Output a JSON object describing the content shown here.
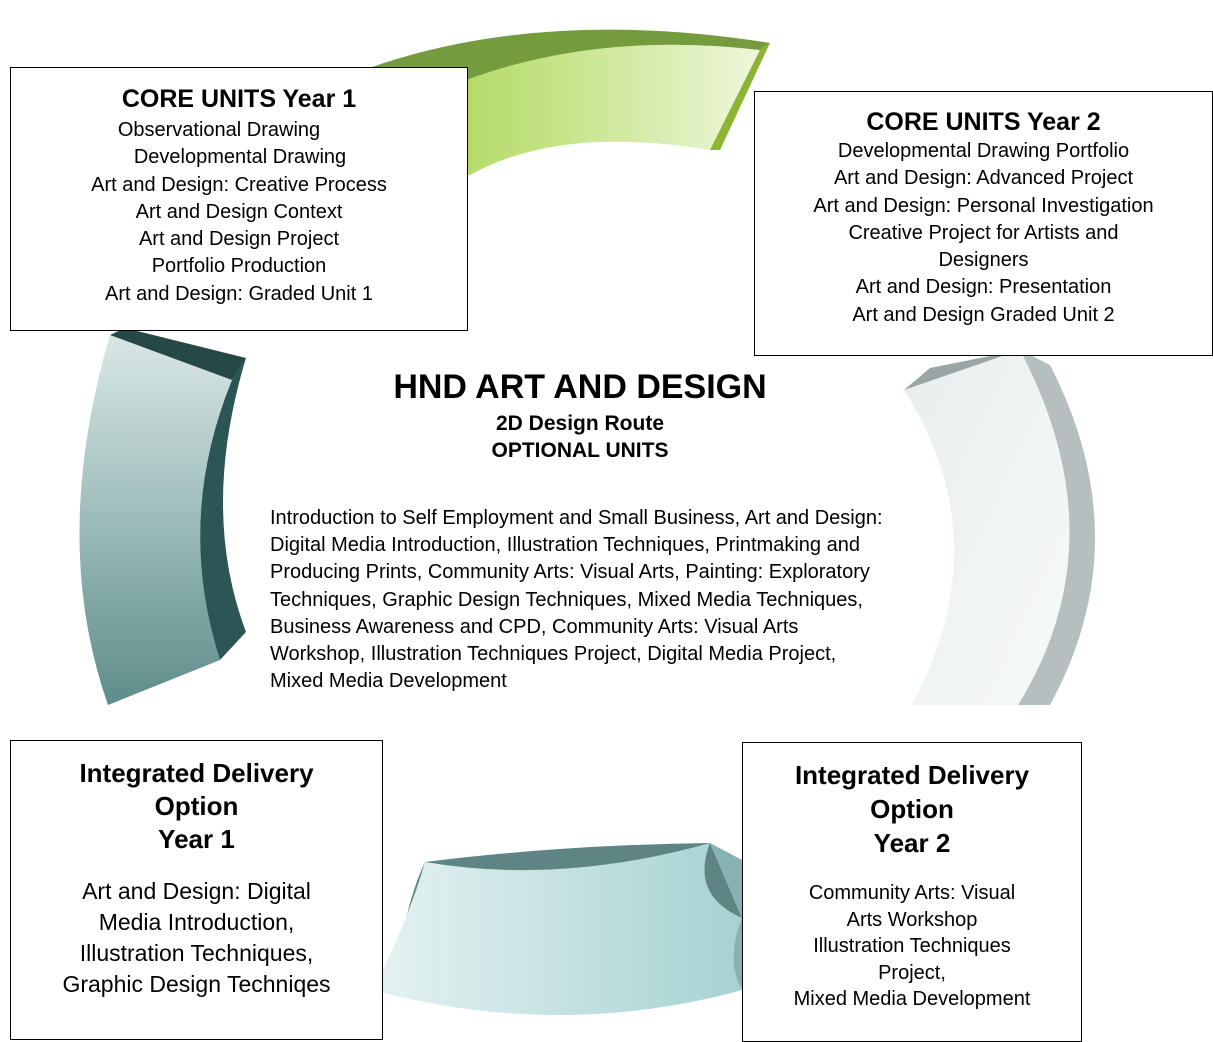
{
  "title": "HND ART AND DESIGN",
  "subtitle": "2D Design Route",
  "optional_heading": "OPTIONAL UNITS",
  "optional_units_text": "Introduction to Self Employment and Small Business, Art and Design: Digital Media Introduction, Illustration Techniques, Printmaking and Producing Prints, Community Arts: Visual Arts, Painting: Exploratory Techniques, Graphic Design Techniques, Mixed Media Techniques, Business Awareness and CPD, Community Arts: Visual Arts Workshop, Illustration Techniques Project, Digital Media Project, Mixed Media Development",
  "core_year1": {
    "title": "CORE UNITS Year 1",
    "units": [
      "Observational Drawing",
      "Developmental Drawing",
      "Art and Design: Creative Process",
      "Art and Design Context",
      "Art and Design Project",
      "Portfolio Production",
      "Art and Design: Graded Unit 1"
    ]
  },
  "core_year2": {
    "title": "CORE UNITS Year 2",
    "units": [
      "Developmental Drawing Portfolio",
      "Art and Design: Advanced Project",
      "Art and Design: Personal Investigation",
      "Creative Project for Artists and Designers",
      "Art and Design: Presentation",
      "Art and Design Graded Unit 2"
    ]
  },
  "integrated_year1": {
    "title_lines": [
      "Integrated Delivery",
      "Option",
      "Year 1"
    ],
    "units": [
      "Art and Design: Digital",
      "Media Introduction,",
      "Illustration Techniques,",
      "Graphic Design Techniqes"
    ]
  },
  "integrated_year2": {
    "title_lines": [
      "Integrated Delivery",
      "Option",
      "Year 2"
    ],
    "units": [
      "Community Arts: Visual",
      "Arts Workshop",
      "Illustration Techniques",
      "Project,",
      "Mixed Media Development"
    ]
  },
  "colors": {
    "arc_top_green": "#9cc43a",
    "arc_left_teal": "#2f5b5a",
    "arc_right_grey": "#b4c0c0",
    "arc_bottom_teal": "#6fa8a8",
    "box_border": "#000000"
  }
}
